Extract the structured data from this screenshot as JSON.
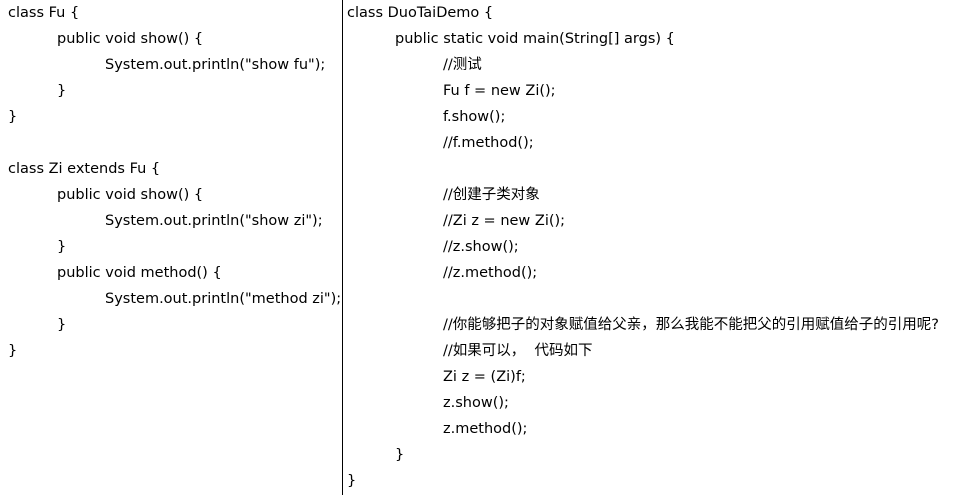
{
  "left_code": [
    "class Fu {",
    "public void show() {",
    "System.out.println(\"show fu\");",
    "}",
    "}",
    "class Zi extends Fu {",
    "public void show() {",
    "System.out.println(\"show zi\");",
    "}",
    "public void method() {",
    "System.out.println(\"method zi\");",
    "}",
    "}"
  ],
  "right_code": [
    "class DuoTaiDemo {",
    "public static void main(String[] args) {",
    "//测试",
    "Fu f = new Zi();",
    "f.show();",
    "//f.method();",
    "//创建子类对象",
    "//Zi z = new Zi();",
    "//z.show();",
    "//z.method();",
    "//你能够把子的对象赋值给父亲，那么我能不能把父的引用赋值给子的引用呢?",
    "//如果可以，  代码如下",
    "Zi z = (Zi)f;",
    "z.show();",
    "z.method();",
    "}",
    "}"
  ]
}
